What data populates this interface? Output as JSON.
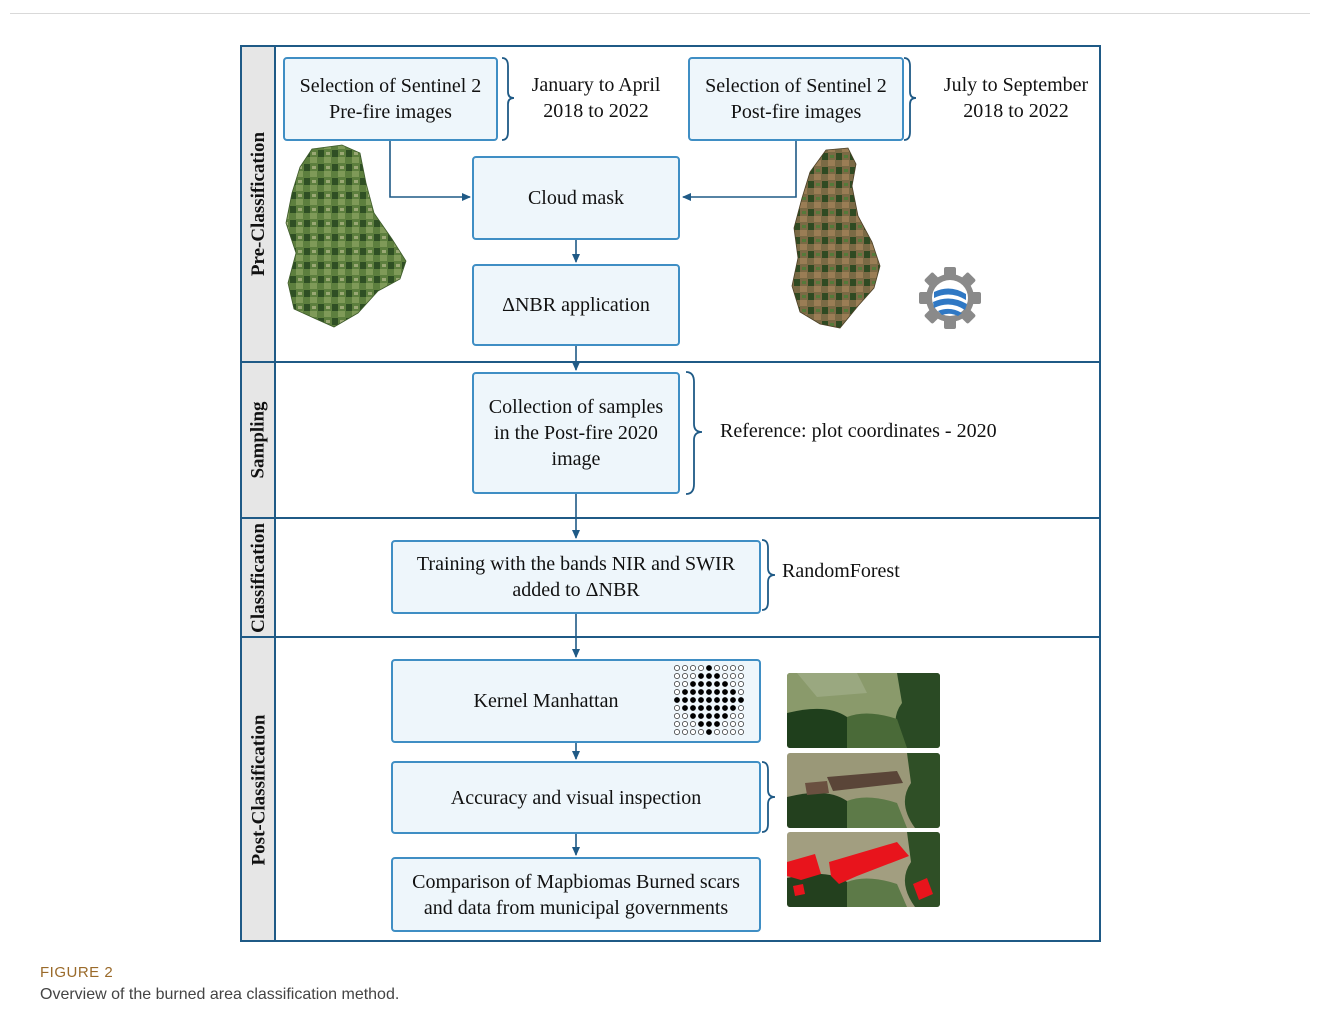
{
  "sections": {
    "pre": "Pre-Classification",
    "sampling": "Sampling",
    "classification": "Classification",
    "post": "Post-Classification"
  },
  "boxes": {
    "pre_fire_line1": "Selection of Sentinel 2",
    "pre_fire_line2": "Pre-fire images",
    "post_fire_line1": "Selection of Sentinel 2",
    "post_fire_line2": "Post-fire images",
    "cloud_mask": "Cloud mask",
    "dnbr": "ΔNBR application",
    "samples_line1": "Collection of samples",
    "samples_line2": "in the Post-fire 2020",
    "samples_line3": "image",
    "training_line1": "Training with the bands NIR and SWIR",
    "training_line2": "added  to ΔNBR",
    "kernel": "Kernel Manhattan",
    "accuracy": "Accuracy and visual inspection",
    "comparison_line1": "Comparison of Mapbiomas Burned scars",
    "comparison_line2": "and data from municipal governments"
  },
  "notes": {
    "pre_period_line1": "January to April",
    "pre_period_line2": "2018 to 2022",
    "post_period_line1": "July to September",
    "post_period_line2": "2018 to 2022",
    "reference": "Reference: plot coordinates - 2020",
    "classifier": "RandomForest"
  },
  "caption": {
    "title": "FIGURE 2",
    "text": "Overview of the burned area classification method."
  },
  "colors": {
    "frame": "#1f5a86",
    "box_border": "#3f8ec4",
    "box_fill": "#eef6fb",
    "label_bg": "#e6e6e6",
    "burn_red": "#e8141c"
  },
  "icons": {
    "gee": "google-earth-engine-icon",
    "kernel": "manhattan-kernel-icon"
  }
}
